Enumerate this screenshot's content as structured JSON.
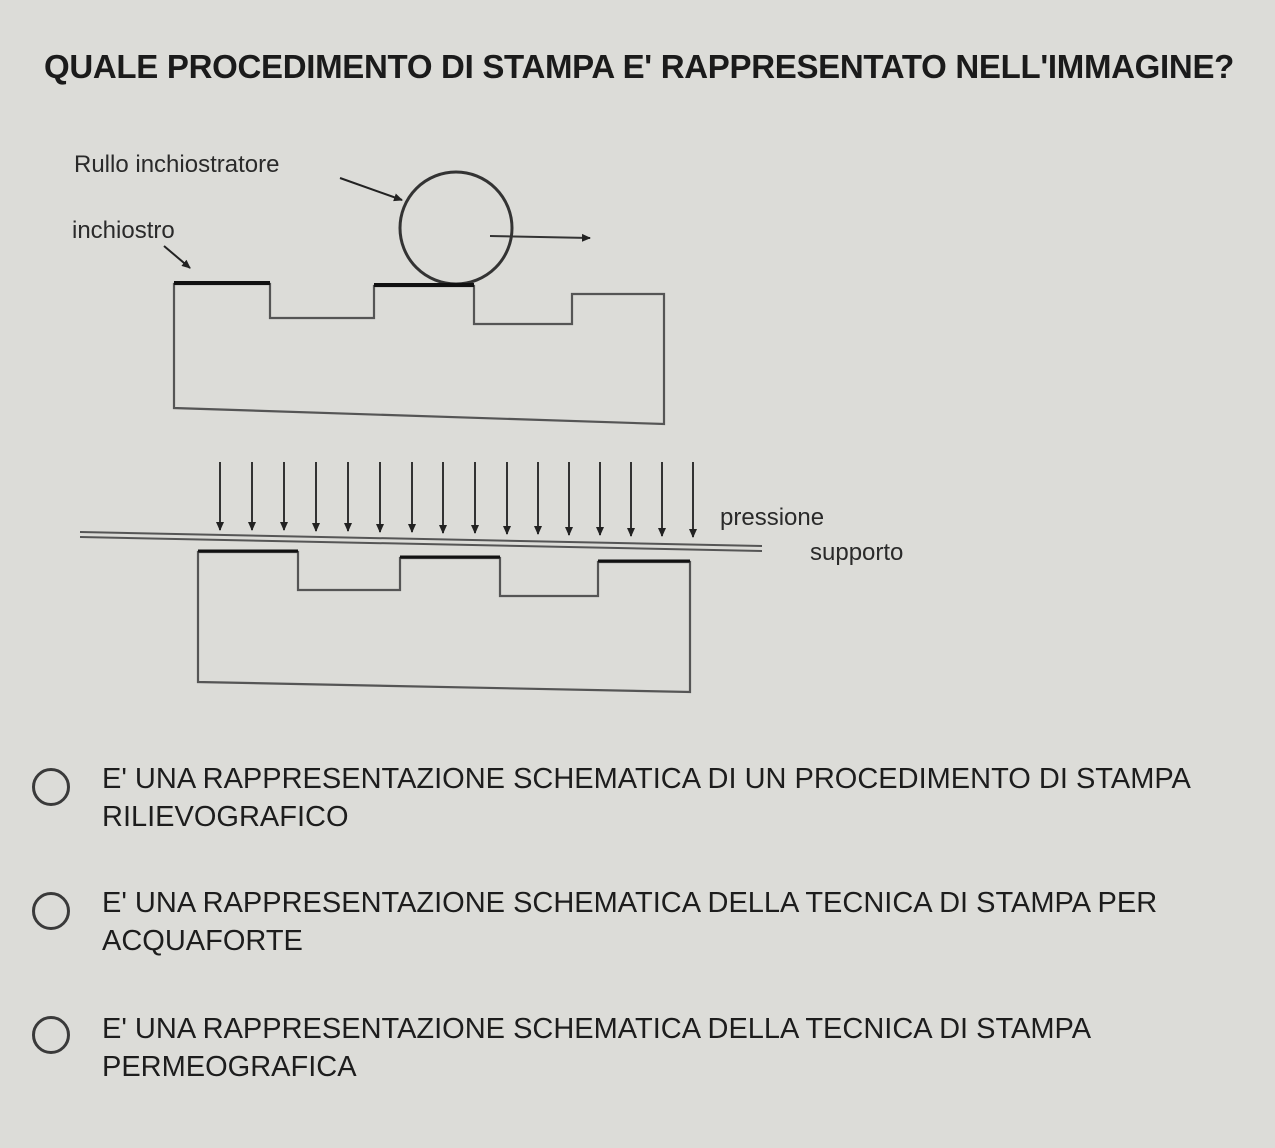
{
  "question": {
    "title": "QUALE PROCEDIMENTO DI STAMPA E' RAPPRESENTATO NELL'IMMAGINE?"
  },
  "diagram": {
    "labels": {
      "roller": "Rullo inchiostratore",
      "ink": "inchiostro",
      "pressure": "pressione",
      "support": "supporto"
    }
  },
  "options": [
    {
      "label": "E' UNA RAPPRESENTAZIONE SCHEMATICA DI UN PROCEDIMENTO DI STAMPA RILIEVOGRAFICO",
      "selected": false
    },
    {
      "label": "E' UNA RAPPRESENTAZIONE SCHEMATICA DELLA TECNICA DI STAMPA PER ACQUAFORTE",
      "selected": false
    },
    {
      "label": "E' UNA RAPPRESENTAZIONE SCHEMATICA DELLA TECNICA DI STAMPA PERMEOGRAFICA",
      "selected": false
    }
  ]
}
